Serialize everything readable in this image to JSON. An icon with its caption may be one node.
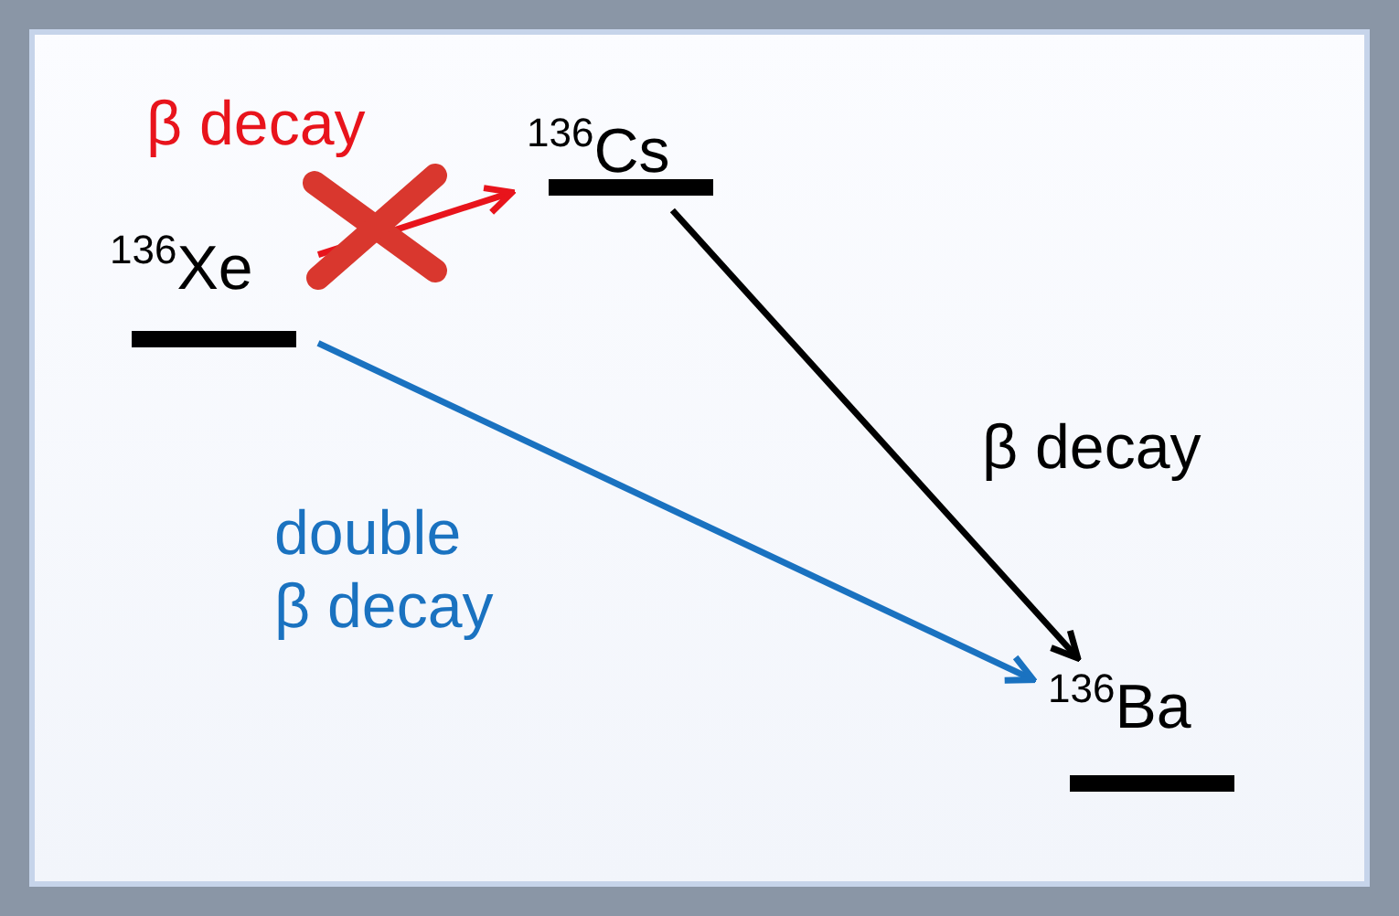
{
  "diagram": {
    "nodes": [
      {
        "text": [
          "$^{136}$Xe"
        ]
      },
      {
        "text": [
          "$^{136}$Cs"
        ]
      },
      {
        "text": [
          "$^{136}$Ba"
        ]
      }
    ],
    "edges": [
      {
        "from": 0,
        "to": 1,
        "arrow": "to",
        "label": "β decay",
        "color": "#e8141c"
      },
      {
        "from": 1,
        "to": 2,
        "arrow": "to",
        "label": "β decay",
        "color": "#000000"
      },
      {
        "from": 0,
        "to": 2,
        "arrow": "to",
        "label": "double β decay",
        "color": "#1a72c0"
      }
    ]
  }
}
